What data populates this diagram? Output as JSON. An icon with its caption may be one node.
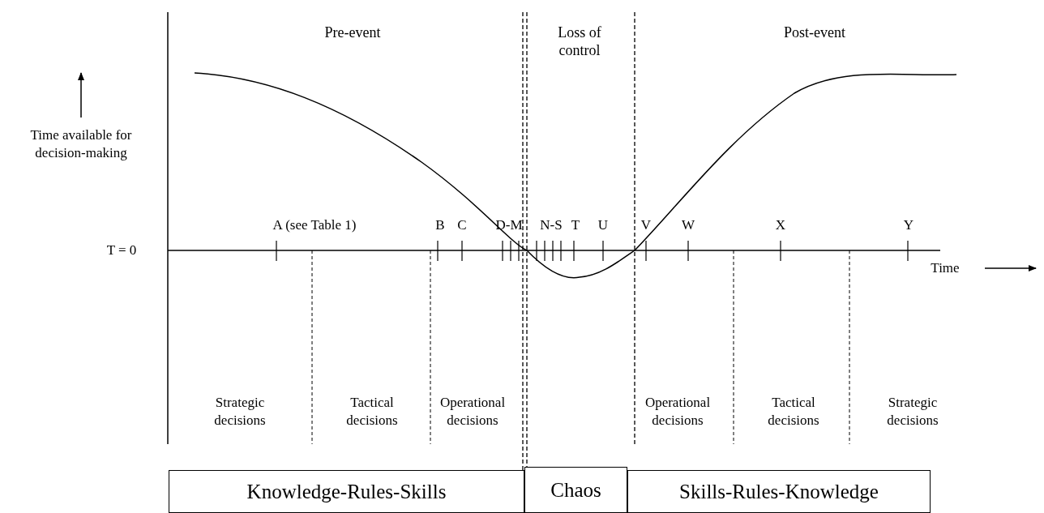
{
  "diagram": {
    "nodes": [
      {
        "text": [
          "Knowledge-Rules-Skills"
        ]
      },
      {
        "text": [
          "Chaos"
        ]
      },
      {
        "text": [
          "Skills-Rules-Knowledge"
        ]
      }
    ],
    "edges": [],
    "labels": [
      "Pre-event",
      "Loss of control",
      "Post-event",
      "Time available for decision-making",
      "A (see Table 1)",
      "B",
      "C",
      "D-M",
      "N-S",
      "T",
      "U",
      "V",
      "W",
      "X",
      "Y",
      "T = 0",
      "Time",
      "Strategic decisions",
      "Tactical decisions",
      "Operational decisions",
      "Operational decisions",
      "Tactical decisions",
      "Strategic decisions"
    ]
  }
}
